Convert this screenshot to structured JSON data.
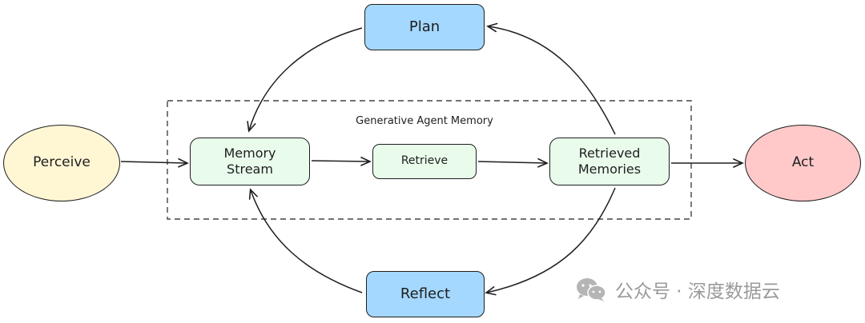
{
  "diagram": {
    "container_label": "Generative Agent Memory",
    "nodes": {
      "plan": "Plan",
      "reflect": "Reflect",
      "perceive": "Perceive",
      "act": "Act",
      "memory_stream": "Memory\nStream",
      "retrieve": "Retrieve",
      "retrieved_memories": "Retrieved\nMemories"
    },
    "colors": {
      "plan_reflect_fill": "#a5d8ff",
      "perceive_fill": "#fff6d4",
      "act_fill": "#ffc9c9",
      "memory_box_fill": "#e9fbeb",
      "stroke": "#1e1e1e"
    }
  },
  "watermark": {
    "text": "公众号 · 深度数据云",
    "icon": "wechat-icon"
  }
}
